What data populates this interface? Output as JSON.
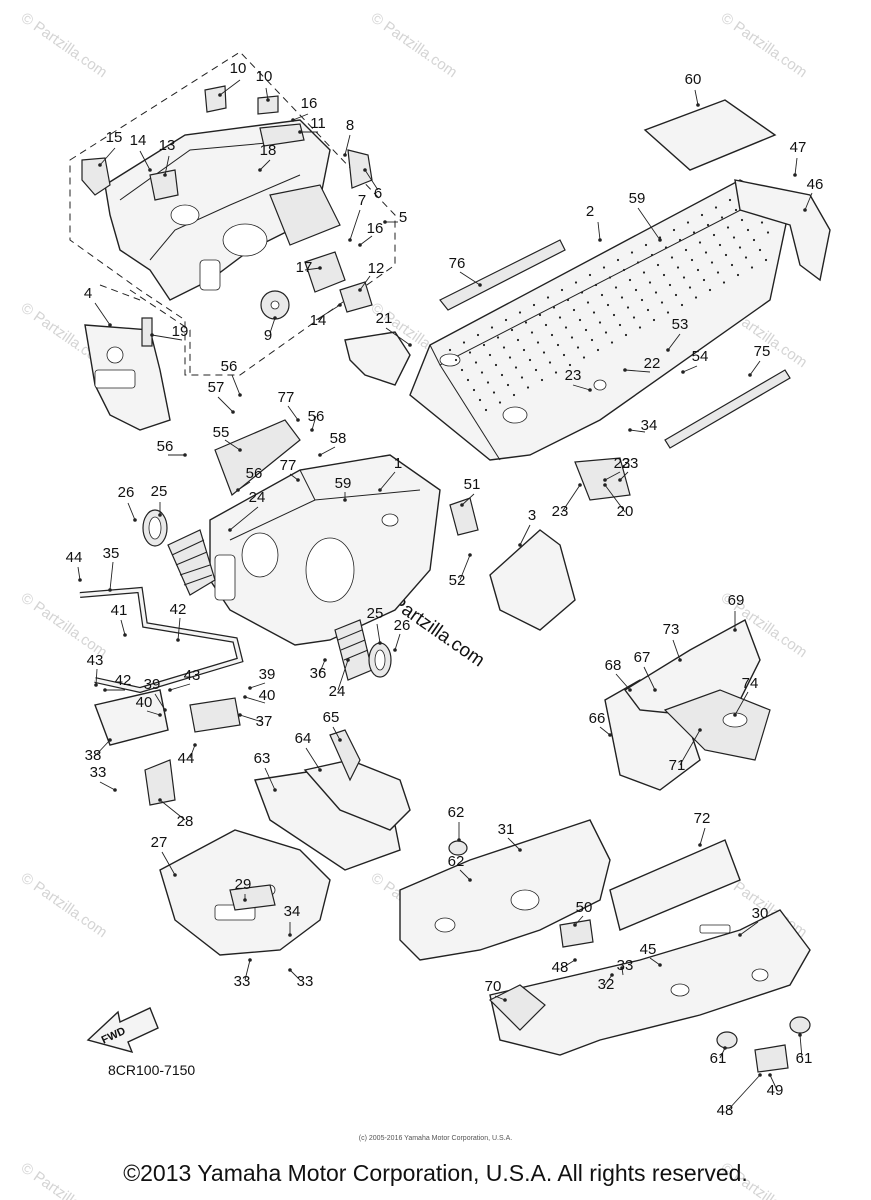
{
  "footer": {
    "copyright": "©2013 Yamaha Motor Corporation, U.S.A. All rights reserved.",
    "small_notice": "(c) 2005-2016 Yamaha Motor Corporation, U.S.A.",
    "diagram_code": "8CR100-7150",
    "fwd_label": "FWD"
  },
  "watermark": {
    "text": "© Partzilla.com",
    "center_text": "Partzilla.com"
  },
  "callouts": [
    "1",
    "2",
    "3",
    "4",
    "5",
    "6",
    "7",
    "8",
    "9",
    "10",
    "10",
    "11",
    "12",
    "13",
    "14",
    "14",
    "15",
    "16",
    "16",
    "17",
    "18",
    "19",
    "20",
    "21",
    "22",
    "23",
    "23",
    "23",
    "23",
    "24",
    "24",
    "25",
    "25",
    "26",
    "26",
    "27",
    "28",
    "29",
    "30",
    "31",
    "32",
    "33",
    "33",
    "33",
    "33",
    "34",
    "34",
    "35",
    "36",
    "37",
    "38",
    "39",
    "39",
    "40",
    "40",
    "41",
    "42",
    "42",
    "43",
    "43",
    "44",
    "44",
    "45",
    "46",
    "47",
    "48",
    "48",
    "49",
    "50",
    "51",
    "52",
    "53",
    "54",
    "55",
    "56",
    "56",
    "56",
    "56",
    "57",
    "58",
    "59",
    "59",
    "60",
    "61",
    "61",
    "62",
    "62",
    "63",
    "64",
    "65",
    "66",
    "67",
    "68",
    "69",
    "70",
    "71",
    "72",
    "73",
    "74",
    "75",
    "76",
    "77",
    "77"
  ],
  "colors": {
    "line": "#222222",
    "watermark": "#d4d4d4",
    "fill": "#f4f4f4"
  }
}
